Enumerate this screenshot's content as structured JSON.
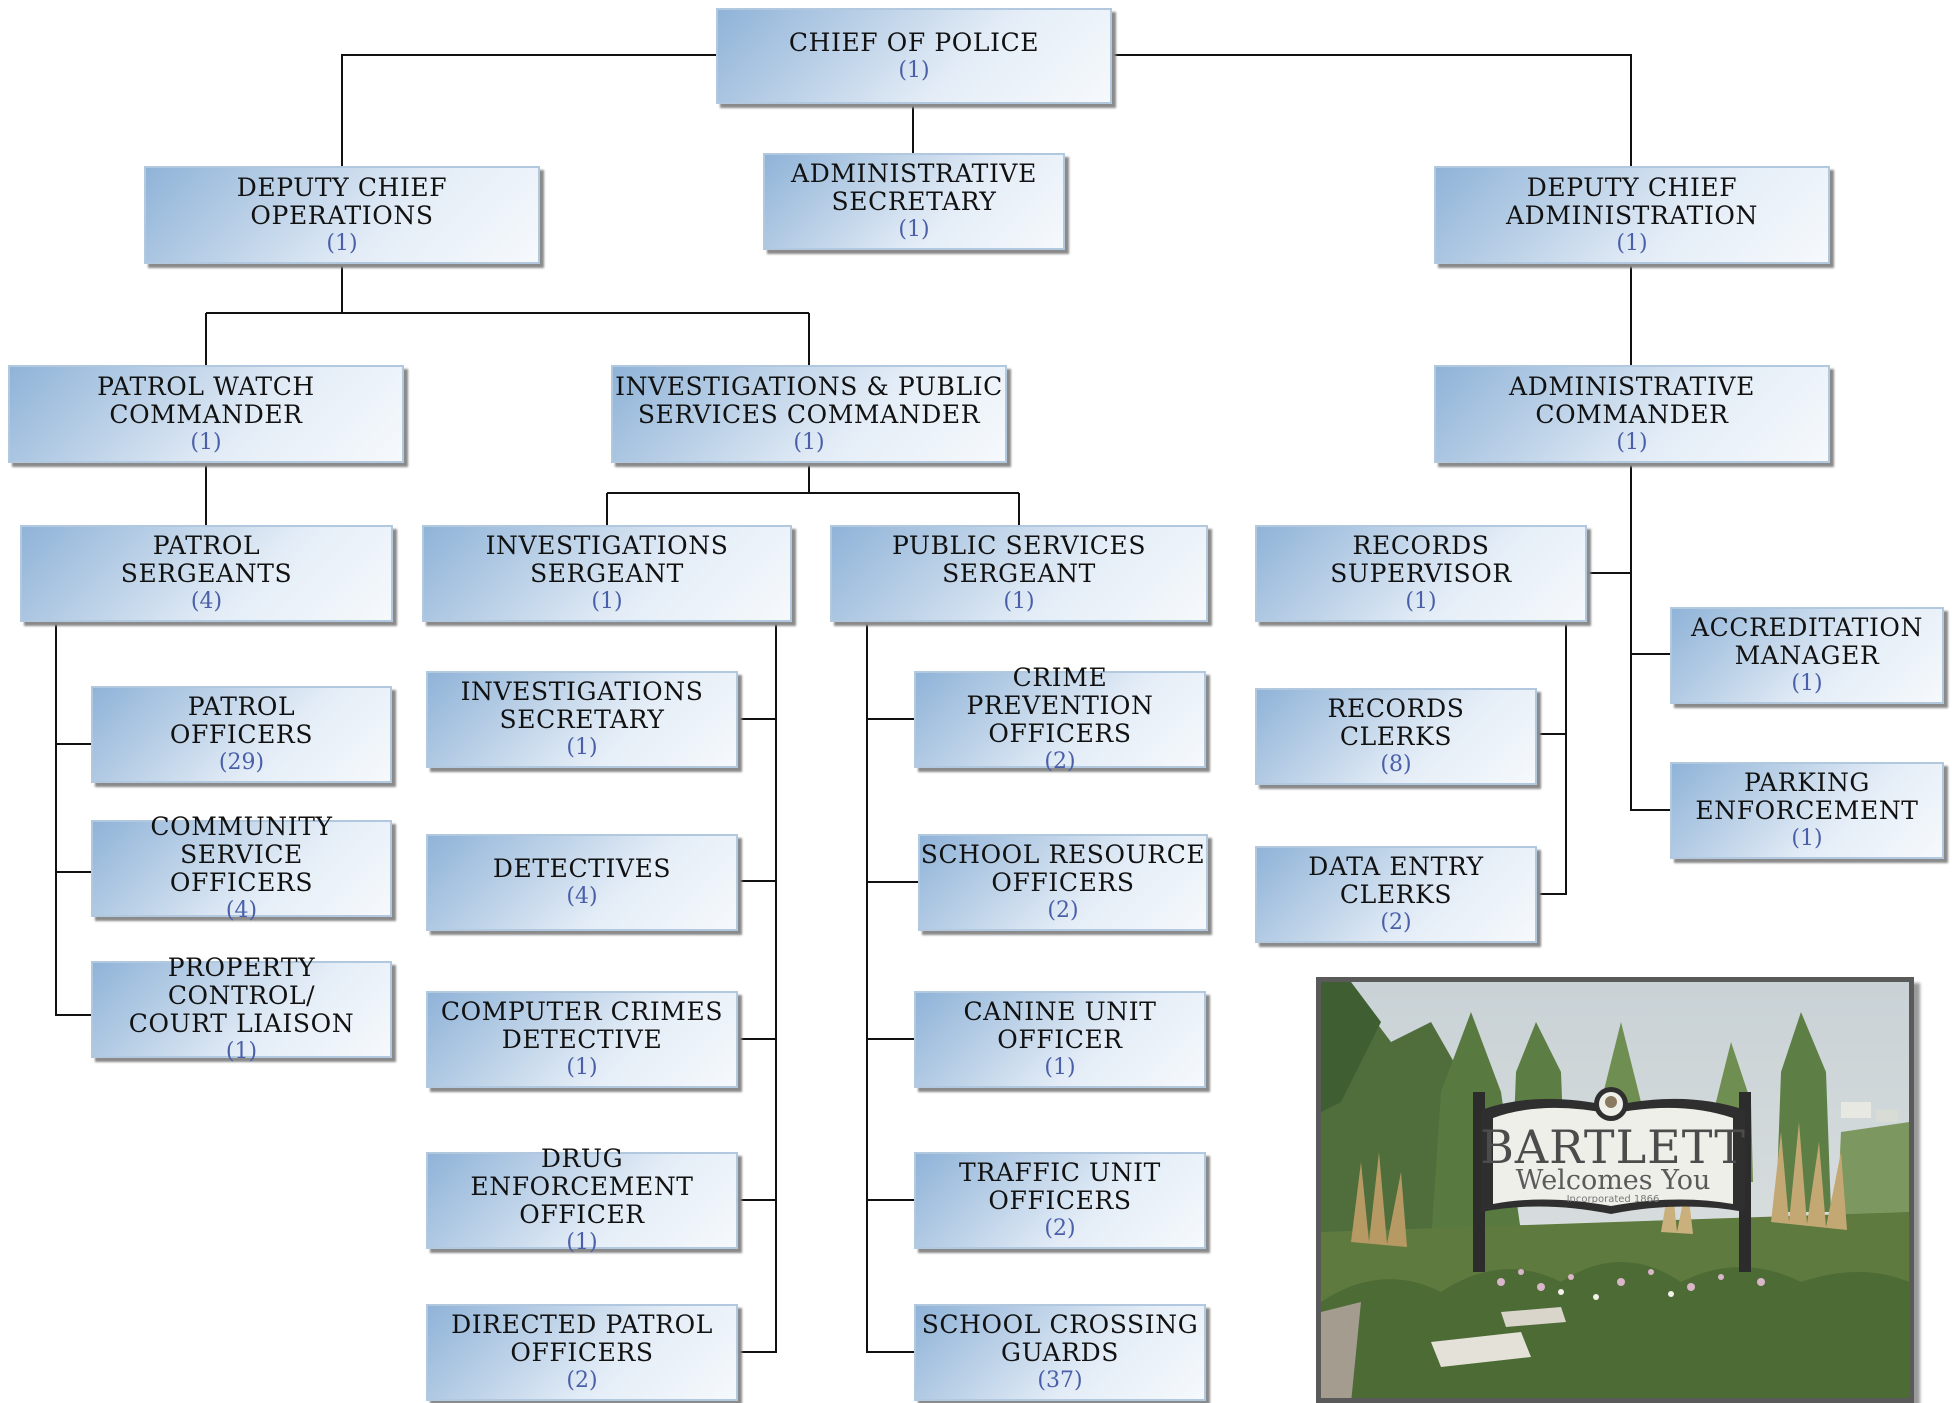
{
  "org_chart": {
    "nodes": [
      {
        "id": "chief",
        "title": "CHIEF OF POLICE",
        "count": "(1)"
      },
      {
        "id": "dep_ops",
        "title": "DEPUTY CHIEF\nOPERATIONS",
        "count": "(1)"
      },
      {
        "id": "admin_sec",
        "title": "ADMINISTRATIVE\nSECRETARY",
        "count": "(1)"
      },
      {
        "id": "dep_admin",
        "title": "DEPUTY CHIEF\nADMINISTRATION",
        "count": "(1)"
      },
      {
        "id": "patrol_cmdr",
        "title": "PATROL WATCH\nCOMMANDER",
        "count": "(1)"
      },
      {
        "id": "inv_cmdr",
        "title": "INVESTIGATIONS & PUBLIC\nSERVICES COMMANDER",
        "count": "(1)"
      },
      {
        "id": "admin_cmdr",
        "title": "ADMINISTRATIVE\nCOMMANDER",
        "count": "(1)"
      },
      {
        "id": "patrol_sgts",
        "title": "PATROL\nSERGEANTS",
        "count": "(4)"
      },
      {
        "id": "inv_sgt",
        "title": "INVESTIGATIONS\nSERGEANT",
        "count": "(1)"
      },
      {
        "id": "ps_sgt",
        "title": "PUBLIC SERVICES\nSERGEANT",
        "count": "(1)"
      },
      {
        "id": "rec_sup",
        "title": "RECORDS\nSUPERVISOR",
        "count": "(1)"
      },
      {
        "id": "patrol_off",
        "title": "PATROL\nOFFICERS",
        "count": "(29)"
      },
      {
        "id": "cso",
        "title": "COMMUNITY SERVICE\nOFFICERS",
        "count": "(4)"
      },
      {
        "id": "prop_ctrl",
        "title": "PROPERTY CONTROL/\nCOURT LIAISON",
        "count": "(1)"
      },
      {
        "id": "inv_sec",
        "title": "INVESTIGATIONS\nSECRETARY",
        "count": "(1)"
      },
      {
        "id": "detectives",
        "title": "DETECTIVES",
        "count": "(4)"
      },
      {
        "id": "comp_crimes",
        "title": "COMPUTER CRIMES\nDETECTIVE",
        "count": "(1)"
      },
      {
        "id": "drug_enf",
        "title": "DRUG ENFORCEMENT\nOFFICER",
        "count": "(1)"
      },
      {
        "id": "dir_patrol",
        "title": "DIRECTED PATROL\nOFFICERS",
        "count": "(2)"
      },
      {
        "id": "crime_prev",
        "title": "CRIME PREVENTION\nOFFICERS",
        "count": "(2)"
      },
      {
        "id": "sro",
        "title": "SCHOOL RESOURCE\nOFFICERS",
        "count": "(2)"
      },
      {
        "id": "canine",
        "title": "CANINE UNIT\nOFFICER",
        "count": "(1)"
      },
      {
        "id": "traffic",
        "title": "TRAFFIC UNIT\nOFFICERS",
        "count": "(2)"
      },
      {
        "id": "crossing",
        "title": "SCHOOL CROSSING\nGUARDS",
        "count": "(37)"
      },
      {
        "id": "rec_clerks",
        "title": "RECORDS\nCLERKS",
        "count": "(8)"
      },
      {
        "id": "data_entry",
        "title": "DATA ENTRY\nCLERKS",
        "count": "(2)"
      },
      {
        "id": "accred",
        "title": "ACCREDITATION\nMANAGER",
        "count": "(1)"
      },
      {
        "id": "parking",
        "title": "PARKING\nENFORCEMENT",
        "count": "(1)"
      }
    ]
  },
  "photo": {
    "sign_main": "BARTLETT",
    "sign_sub": "Welcomes You",
    "sign_small": "Incorporated 1866"
  }
}
